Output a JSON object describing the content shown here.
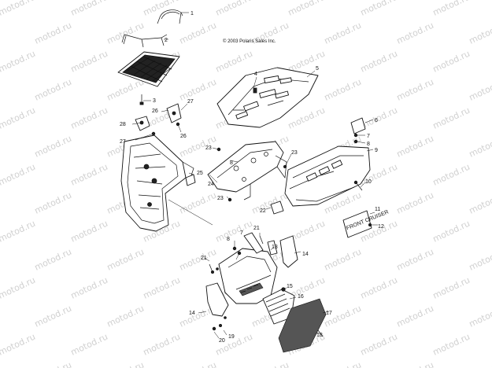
{
  "copyright": "© 2003 Polaris Sales Inc.",
  "watermark_text": "motod.ru",
  "plate_text": "FRONT CRUISER",
  "callouts": [
    "1",
    "2",
    "3",
    "27",
    "28",
    "26",
    "27",
    "26",
    "4",
    "5",
    "6",
    "7",
    "8",
    "9",
    "23",
    "8",
    "23",
    "24",
    "25",
    "23",
    "10",
    "22",
    "11",
    "12",
    "21",
    "7",
    "8",
    "21",
    "13",
    "14",
    "15",
    "16",
    "14",
    "17",
    "18",
    "19",
    "20"
  ]
}
